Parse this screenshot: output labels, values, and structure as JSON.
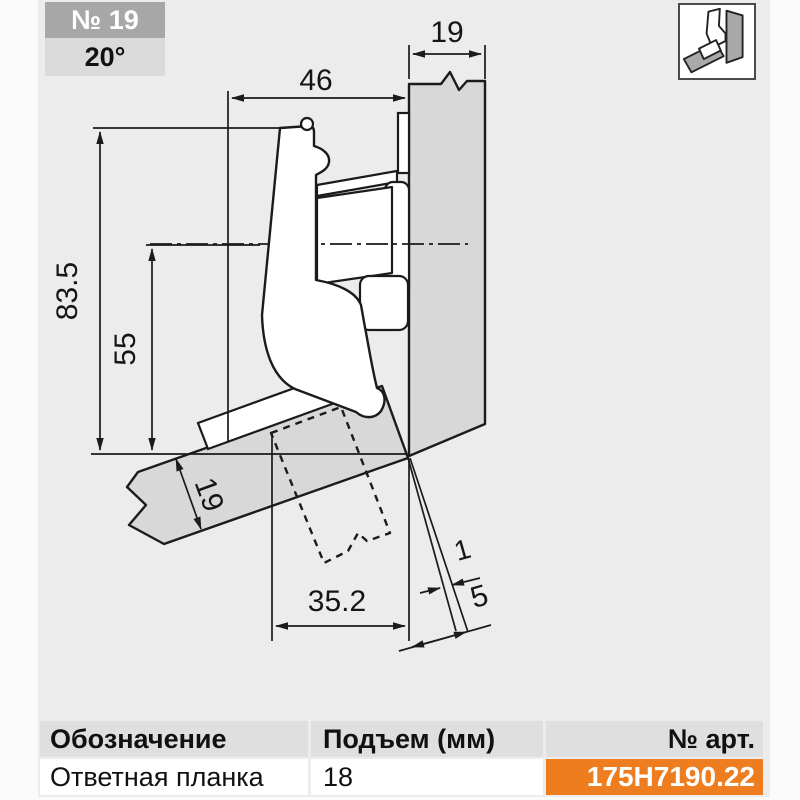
{
  "badge": {
    "number": "№ 19",
    "angle": "20°"
  },
  "pictogram": {
    "icon": "corner-application-icon"
  },
  "drawing": {
    "dimensions": {
      "panel_thickness": "19",
      "overlay_depth": "46",
      "total_height": "83.5",
      "axis_height": "55",
      "door_thickness": "19",
      "cup_distance": "35.2",
      "gap_small": "1",
      "gap_large": "5"
    }
  },
  "table": {
    "headers": [
      "Обозначение",
      "Подъем (мм)",
      "№ арт."
    ],
    "row": {
      "name": "Ответная планка",
      "lift": "18",
      "art_no": "175H7190.22"
    },
    "accent_color": "#ee7d1f"
  }
}
